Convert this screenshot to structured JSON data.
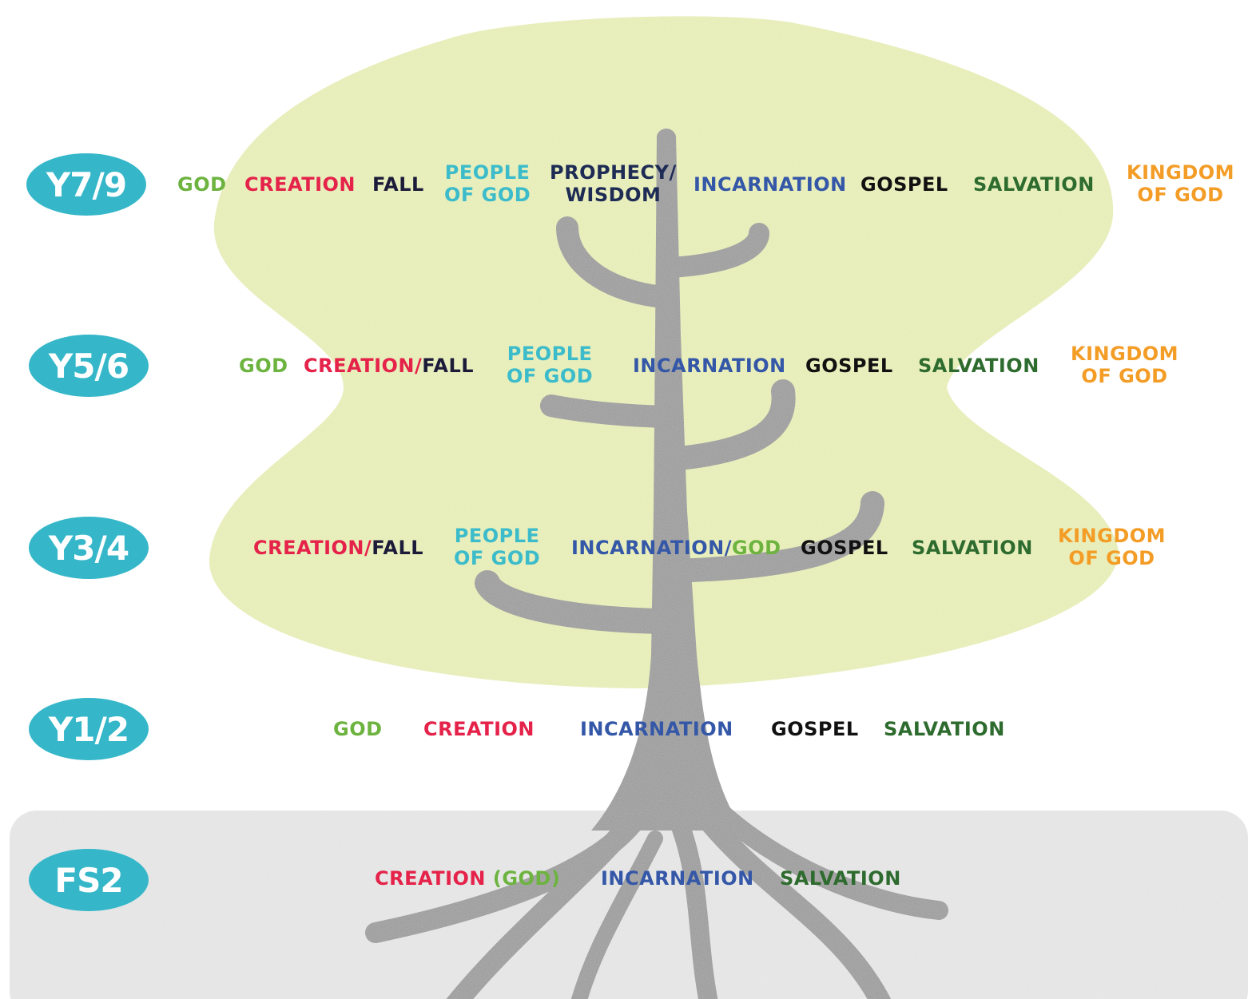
{
  "colors": {
    "badge": "#35b7c9",
    "canopy": "#e6edb6",
    "ground": "#e4e4e4",
    "trunk": "#9c9c9c",
    "god": "#6db33f",
    "creation": "#e5224a",
    "fall": "#1c1c3a",
    "people_of_god": "#3cbccb",
    "prophecy_wisdom": "#1d2b55",
    "incarnation": "#3457a8",
    "gospel": "#111111",
    "salvation": "#2e6b2e",
    "kingdom_of_god": "#f39c26"
  },
  "levels": [
    {
      "badge": "Y7/9",
      "terms": [
        {
          "parts": [
            {
              "text": "GOD",
              "color": "god"
            }
          ]
        },
        {
          "parts": [
            {
              "text": "CREATION",
              "color": "creation"
            }
          ]
        },
        {
          "parts": [
            {
              "text": "FALL",
              "color": "fall"
            }
          ]
        },
        {
          "lines": [
            "PEOPLE",
            "OF GOD"
          ],
          "color": "people_of_god"
        },
        {
          "lines": [
            "PROPHECY/",
            "WISDOM"
          ],
          "color": "prophecy_wisdom"
        },
        {
          "parts": [
            {
              "text": "INCARNATION",
              "color": "incarnation"
            }
          ]
        },
        {
          "parts": [
            {
              "text": "GOSPEL",
              "color": "gospel"
            }
          ]
        },
        {
          "parts": [
            {
              "text": "SALVATION",
              "color": "salvation"
            }
          ]
        },
        {
          "lines": [
            "KINGDOM",
            "OF GOD"
          ],
          "color": "kingdom_of_god"
        }
      ]
    },
    {
      "badge": "Y5/6",
      "terms": [
        {
          "parts": [
            {
              "text": "GOD",
              "color": "god"
            }
          ]
        },
        {
          "parts": [
            {
              "text": "CREATION/",
              "color": "creation"
            },
            {
              "text": "FALL",
              "color": "fall"
            }
          ]
        },
        {
          "lines": [
            "PEOPLE",
            "OF GOD"
          ],
          "color": "people_of_god"
        },
        {
          "parts": [
            {
              "text": "INCARNATION",
              "color": "incarnation"
            }
          ]
        },
        {
          "parts": [
            {
              "text": "GOSPEL",
              "color": "gospel"
            }
          ]
        },
        {
          "parts": [
            {
              "text": "SALVATION",
              "color": "salvation"
            }
          ]
        },
        {
          "lines": [
            "KINGDOM",
            "OF GOD"
          ],
          "color": "kingdom_of_god"
        }
      ]
    },
    {
      "badge": "Y3/4",
      "terms": [
        {
          "parts": [
            {
              "text": "CREATION/",
              "color": "creation"
            },
            {
              "text": "FALL",
              "color": "fall"
            }
          ]
        },
        {
          "lines": [
            "PEOPLE",
            "OF GOD"
          ],
          "color": "people_of_god"
        },
        {
          "parts": [
            {
              "text": "INCARNATION/",
              "color": "incarnation"
            },
            {
              "text": "GOD",
              "color": "god"
            }
          ]
        },
        {
          "parts": [
            {
              "text": "GOSPEL",
              "color": "gospel"
            }
          ]
        },
        {
          "parts": [
            {
              "text": "SALVATION",
              "color": "salvation"
            }
          ]
        },
        {
          "lines": [
            "KINGDOM",
            "OF GOD"
          ],
          "color": "kingdom_of_god"
        }
      ]
    },
    {
      "badge": "Y1/2",
      "terms": [
        {
          "parts": [
            {
              "text": "GOD",
              "color": "god"
            }
          ]
        },
        {
          "parts": [
            {
              "text": "CREATION",
              "color": "creation"
            }
          ]
        },
        {
          "parts": [
            {
              "text": "INCARNATION",
              "color": "incarnation"
            }
          ]
        },
        {
          "parts": [
            {
              "text": "GOSPEL",
              "color": "gospel"
            }
          ]
        },
        {
          "parts": [
            {
              "text": "SALVATION",
              "color": "salvation"
            }
          ]
        }
      ]
    },
    {
      "badge": "FS2",
      "terms": [
        {
          "parts": [
            {
              "text": "CREATION",
              "color": "creation"
            },
            {
              "text": " (GOD)",
              "color": "god"
            }
          ]
        },
        {
          "parts": [
            {
              "text": "INCARNATION",
              "color": "incarnation"
            }
          ]
        },
        {
          "parts": [
            {
              "text": "SALVATION",
              "color": "salvation"
            }
          ]
        }
      ]
    }
  ]
}
